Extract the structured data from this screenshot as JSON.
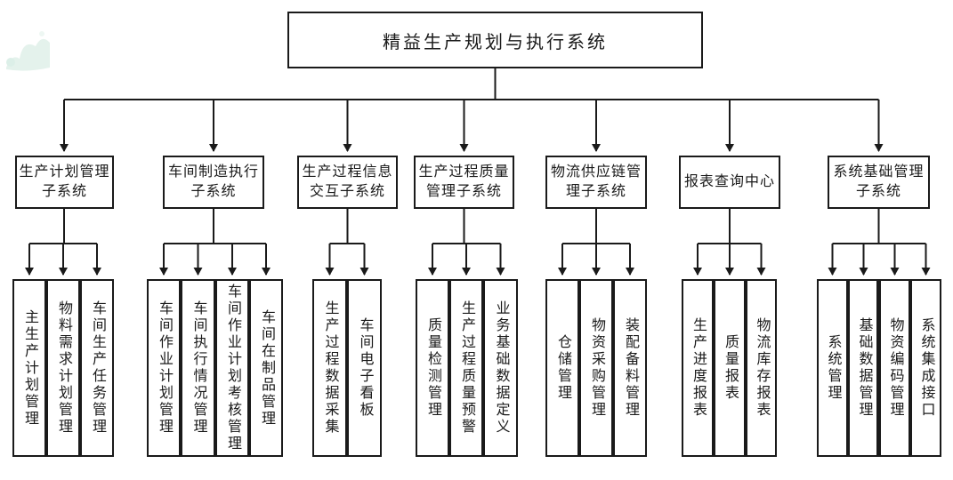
{
  "root": {
    "label": "精益生产规划与执行系统"
  },
  "subsystems": [
    {
      "label": "生产计划管理\n子系统",
      "children": [
        "主生产计划管理",
        "物料需求计划管理",
        "车间生产任务管理"
      ]
    },
    {
      "label": "车间制造执行\n子系统",
      "children": [
        "车间作业计划管理",
        "车间执行情况管理",
        "车间作业计划考核管理",
        "车间在制品管理"
      ]
    },
    {
      "label": "生产过程信息\n交互子系统",
      "children": [
        "生产过程数据采集",
        "车间电子看板"
      ]
    },
    {
      "label": "生产过程质量\n管理子系统",
      "children": [
        "质量检测管理",
        "生产过程质量预警",
        "业务基础数据定义"
      ]
    },
    {
      "label": "物流供应链管\n理子系统",
      "children": [
        "仓储管理",
        "物资采购管理",
        "装配备料管理"
      ]
    },
    {
      "label": "报表查询中心",
      "children": [
        "生产进度报表",
        "质量报表",
        "物流库存报表"
      ]
    },
    {
      "label": "系统基础管理\n子系统",
      "children": [
        "系统管理",
        "基础数据管理",
        "物资编码管理",
        "系统集成接口"
      ]
    }
  ],
  "colors": {
    "line": "#1a1a1a",
    "background": "#ffffff",
    "watermark": "#e4f2ec"
  }
}
